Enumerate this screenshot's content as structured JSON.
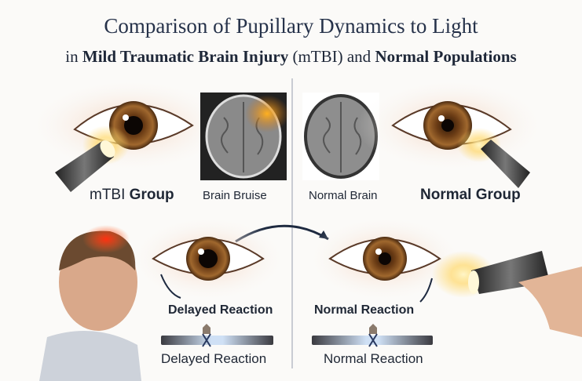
{
  "title": "Comparison of Pupillary Dynamics to Light",
  "subtitle": {
    "prefix": "in ",
    "bold1": "Mild Traumatic Brain Injury",
    "middle1": " (mTBI) and ",
    "bold2": "Normal Populations"
  },
  "left": {
    "group_prefix": "mTBI ",
    "group_bold": "Group",
    "scan_label": "Brain Bruise",
    "reaction_label": "Delayed Reaction",
    "bar_label": "Delayed Reaction"
  },
  "right": {
    "scan_label": "Normal Brain",
    "group_label": "Normal Group",
    "reaction_label": "Normal Reaction",
    "bar_label": "Normal Reaction"
  },
  "colors": {
    "iris": "#8a5a2b",
    "bruise": "#f0a020",
    "text": "#1f2735",
    "divider": "#c9ccd3"
  }
}
